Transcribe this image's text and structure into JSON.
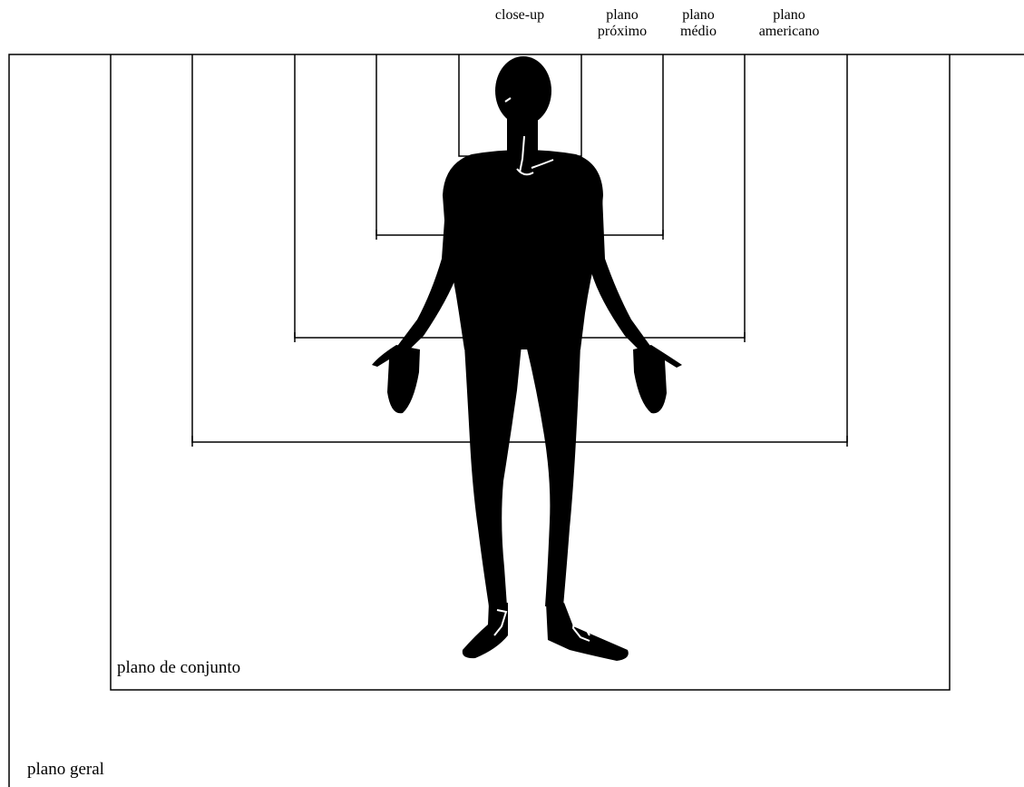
{
  "labels": {
    "close_up": "close-up",
    "plano_proximo": "plano\npróximo",
    "plano_medio": "plano\nmédio",
    "plano_americano": "plano\namericano",
    "plano_de_conjunto": "plano de conjunto",
    "plano_geral": "plano geral"
  },
  "colors": {
    "line": "#000000",
    "figure": "#000000",
    "background": "#ffffff"
  }
}
